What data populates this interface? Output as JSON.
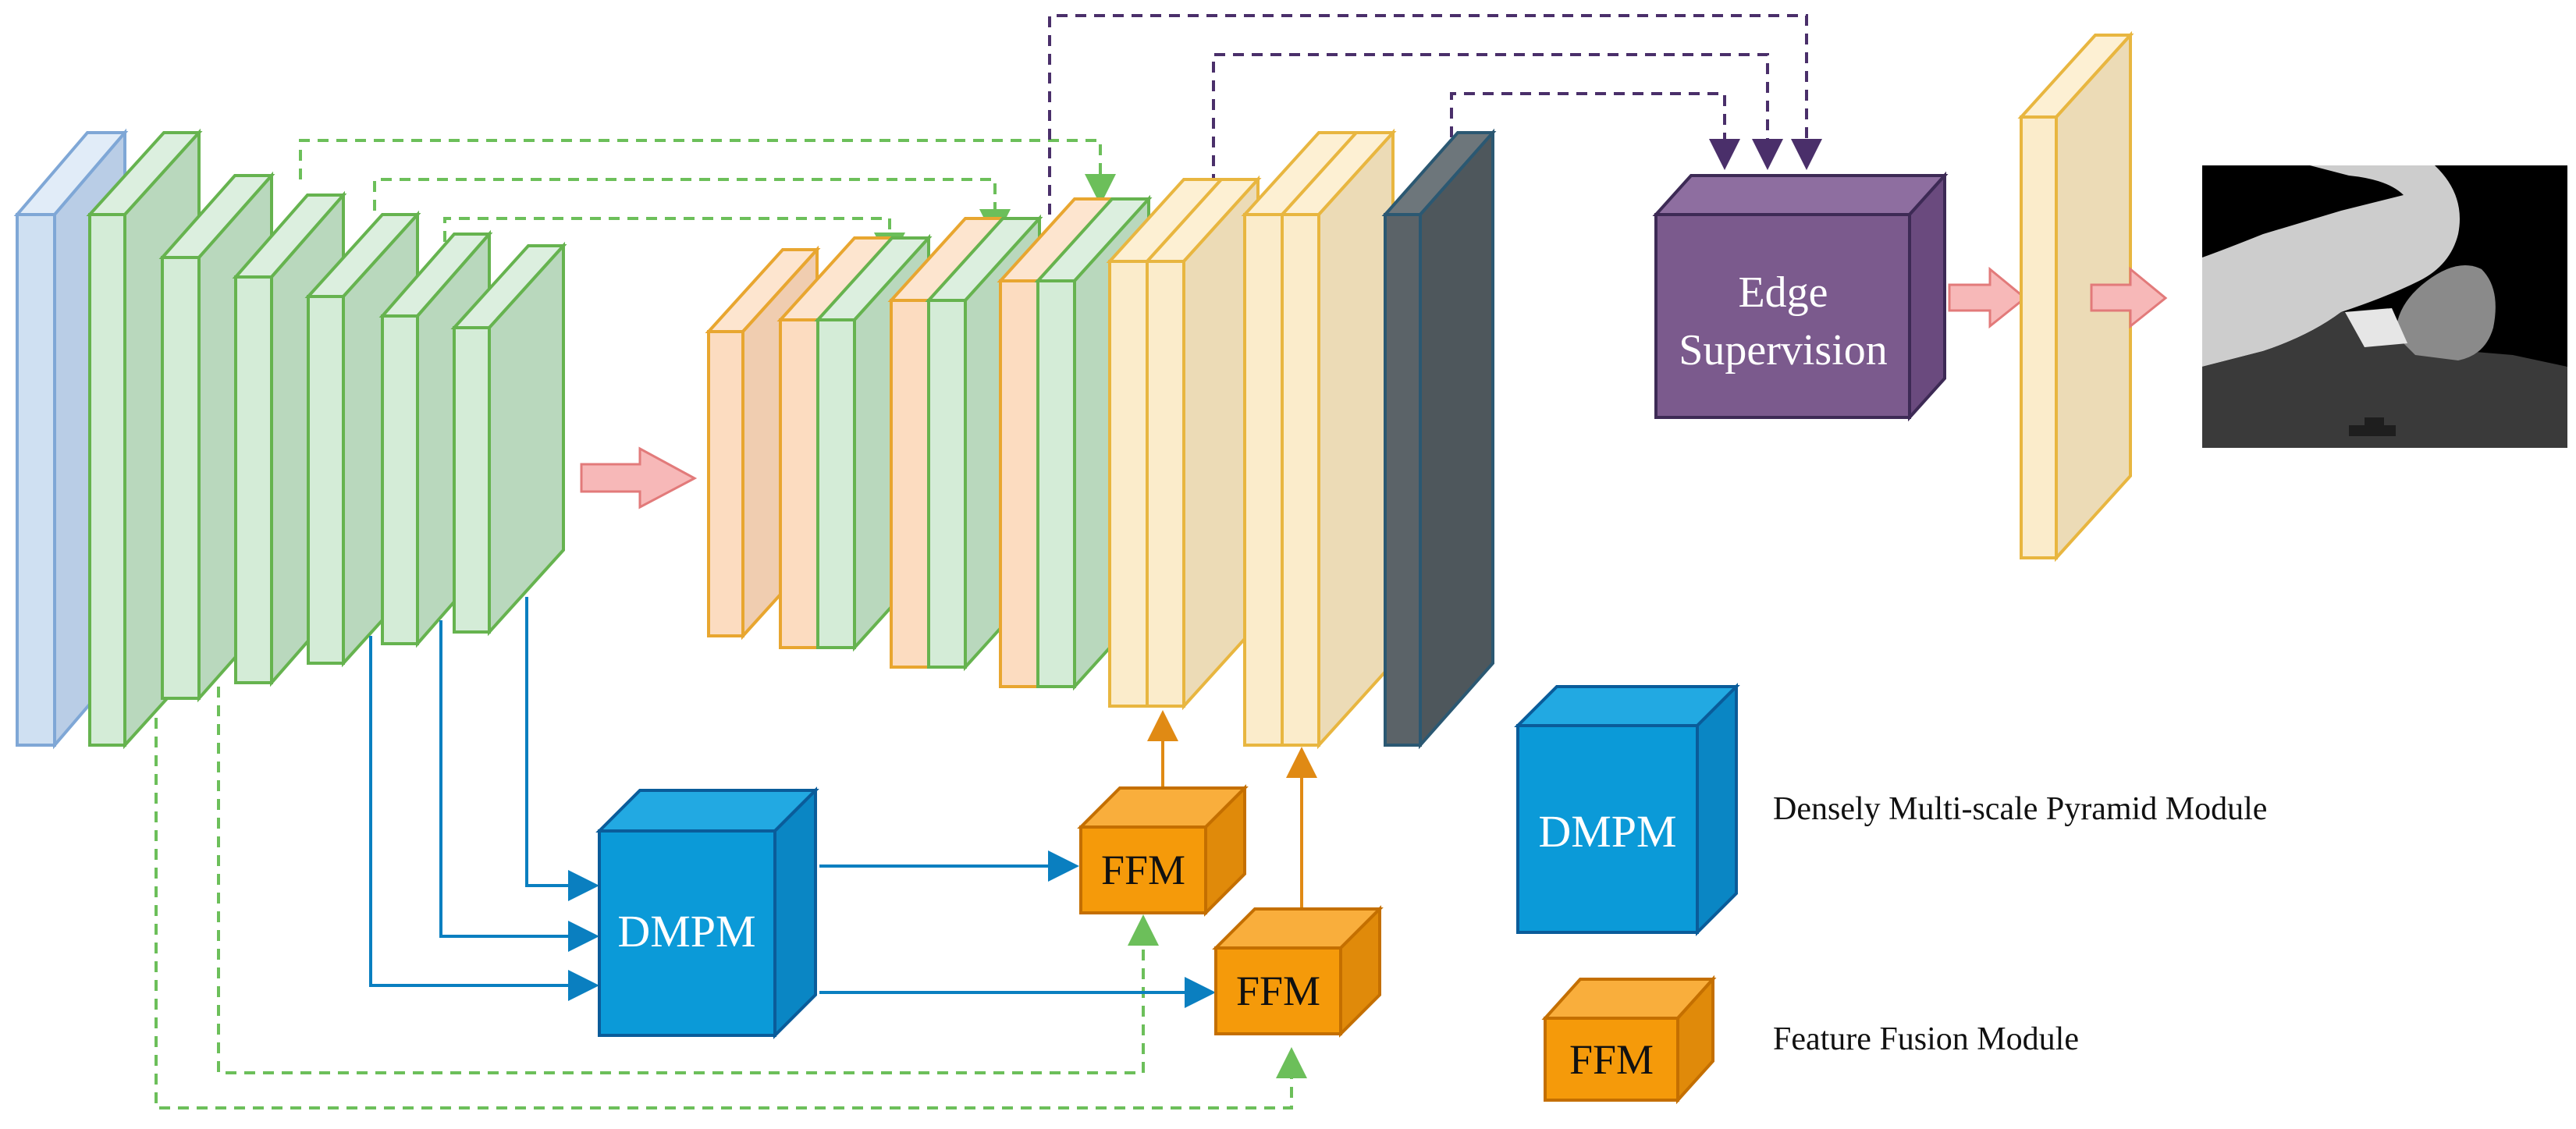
{
  "modules": {
    "edge_supervision": {
      "line1": "Edge",
      "line2": "Supervision"
    },
    "dmpm": {
      "label": "DMPM"
    },
    "ffm_top": {
      "label": "FFM"
    },
    "ffm_bottom": {
      "label": "FFM"
    }
  },
  "legend": {
    "dmpm": {
      "label": "DMPM",
      "description": "Densely Multi-scale Pyramid Module"
    },
    "ffm": {
      "label": "FFM",
      "description": "Feature Fusion Module"
    }
  },
  "colors": {
    "input_blue": "#cfe0f2",
    "encoder_green": "#cfe8d2",
    "decoder_orange": "#fcdcc0",
    "decoder_yellow": "#fbeccb",
    "dark_layer": "#5b6368",
    "dmpm_blue": "#0b9ad8",
    "ffm_orange": "#f59a0a",
    "edge_purple": "#7b5a8d",
    "skip_green": "#6cbf5a",
    "edge_arrow_purple": "#4a2f6a",
    "flow_arrow_pink": "#f4a6a6"
  },
  "output_image": {
    "description_icon": "segmentation-mask-image"
  }
}
